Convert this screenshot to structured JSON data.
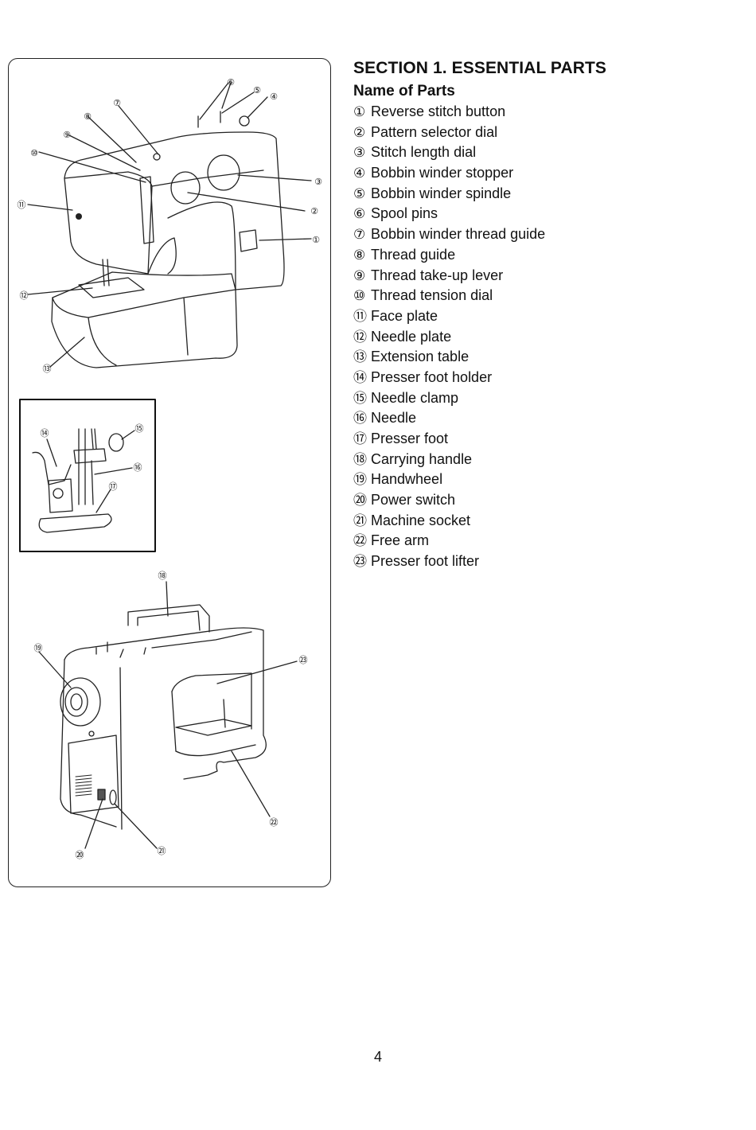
{
  "section_title": "SECTION 1. ESSENTIAL PARTS",
  "parts_heading": "Name of Parts",
  "parts": [
    {
      "num": "①",
      "name": "Reverse stitch button"
    },
    {
      "num": "②",
      "name": "Pattern selector dial"
    },
    {
      "num": "③",
      "name": "Stitch length dial"
    },
    {
      "num": "④",
      "name": "Bobbin winder stopper"
    },
    {
      "num": "⑤",
      "name": "Bobbin winder spindle"
    },
    {
      "num": "⑥",
      "name": "Spool pins"
    },
    {
      "num": "⑦",
      "name": "Bobbin winder thread guide"
    },
    {
      "num": "⑧",
      "name": "Thread guide"
    },
    {
      "num": "⑨",
      "name": "Thread take-up lever"
    },
    {
      "num": "⑩",
      "name": "Thread tension dial"
    },
    {
      "num": "⑪",
      "name": "Face plate"
    },
    {
      "num": "⑫",
      "name": "Needle plate"
    },
    {
      "num": "⑬",
      "name": "Extension table"
    },
    {
      "num": "⑭",
      "name": "Presser foot holder"
    },
    {
      "num": "⑮",
      "name": "Needle clamp"
    },
    {
      "num": "⑯",
      "name": "Needle"
    },
    {
      "num": "⑰",
      "name": "Presser foot"
    },
    {
      "num": "⑱",
      "name": "Carrying handle"
    },
    {
      "num": "⑲",
      "name": "Handwheel"
    },
    {
      "num": "⑳",
      "name": "Power switch"
    },
    {
      "num": "㉑",
      "name": "Machine socket"
    },
    {
      "num": "㉒",
      "name": "Free arm"
    },
    {
      "num": "㉓",
      "name": "Presser foot lifter"
    }
  ],
  "figure_callouts": {
    "front_view": [
      "①",
      "②",
      "③",
      "④",
      "⑤",
      "⑥",
      "⑦",
      "⑧",
      "⑨",
      "⑩",
      "⑪",
      "⑫",
      "⑬"
    ],
    "detail_view": [
      "⑭",
      "⑮",
      "⑯",
      "⑰"
    ],
    "rear_view": [
      "⑱",
      "⑲",
      "⑳",
      "㉑",
      "㉒",
      "㉓"
    ]
  },
  "page_number": "4"
}
